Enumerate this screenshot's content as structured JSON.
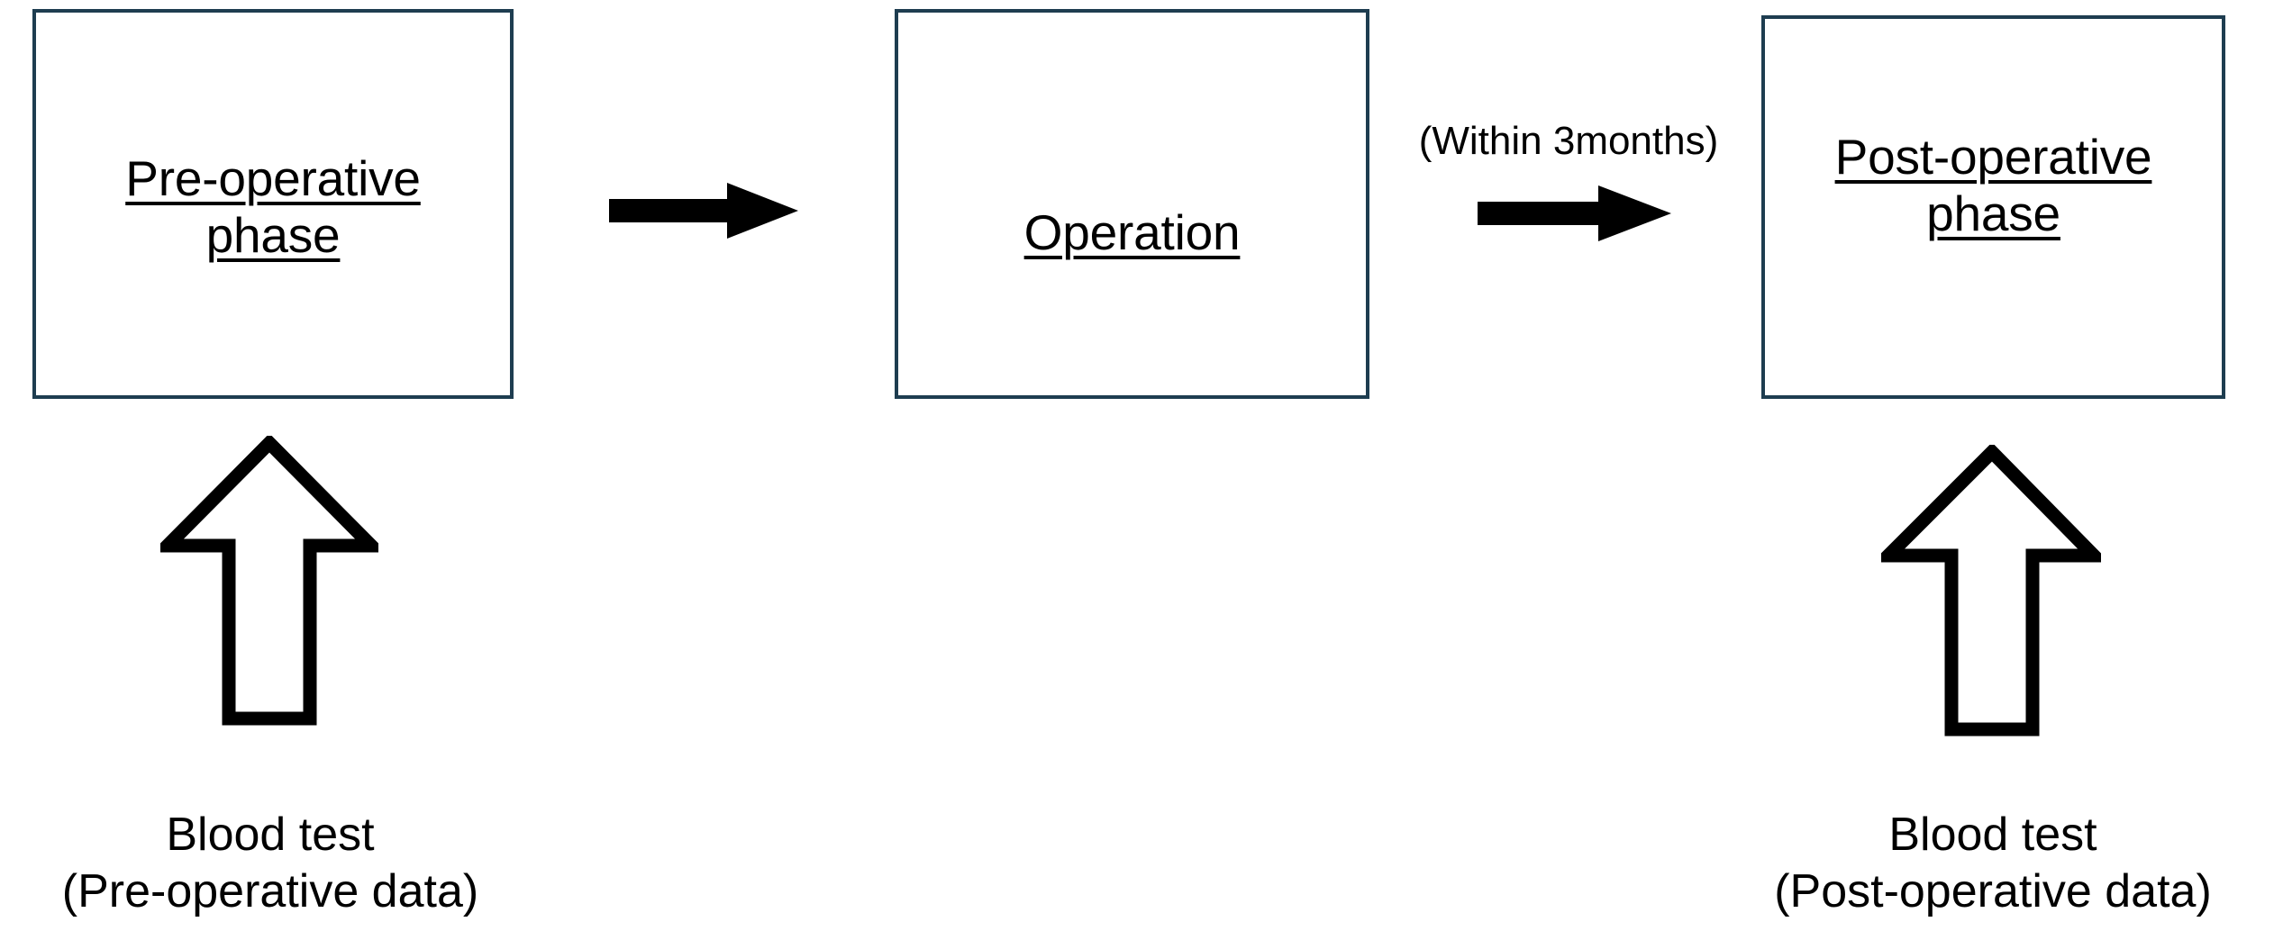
{
  "diagram": {
    "title": "Study timeline flowchart: pre-operative phase, operation, post-operative phase with blood tests",
    "background_color": "#ffffff",
    "box_border_color": "#1e3d50",
    "arrow_color": "#000000",
    "text_color": "#000000"
  },
  "boxes": [
    {
      "id": "pre-operative-phase",
      "label": "Pre-operative \nphase",
      "underlined": true
    },
    {
      "id": "operation",
      "label": "Operation",
      "underlined": true
    },
    {
      "id": "post-operative-phase",
      "label": "Post-operative\nphase",
      "underlined": true
    }
  ],
  "connectors": [
    {
      "id": "pre-to-operation",
      "style": "solid-block-arrow",
      "direction": "right",
      "label": ""
    },
    {
      "id": "operation-to-post",
      "style": "solid-block-arrow",
      "direction": "right",
      "label": "(Within 3months)"
    }
  ],
  "annotations": [
    {
      "id": "blood-test-pre",
      "arrow": "hollow-up-arrow",
      "line1": "Blood test",
      "line2": "(Pre-operative data)",
      "text": "Blood test\n(Pre-operative data)"
    },
    {
      "id": "blood-test-post",
      "arrow": "hollow-up-arrow",
      "line1": "Blood test",
      "line2": "(Post-operative data)",
      "text": "Blood test\n(Post-operative data)"
    }
  ]
}
